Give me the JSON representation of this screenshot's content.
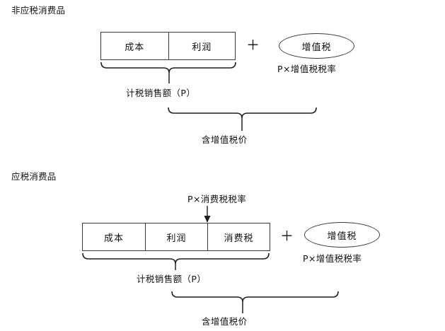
{
  "diagram": {
    "title_hidden": "",
    "sections": [
      {
        "id": "nontaxable",
        "title": "非应税消费品",
        "boxes": [
          {
            "label": "成本"
          },
          {
            "label": "利润"
          }
        ],
        "operator": "＋",
        "vat_circle": "增值税",
        "vat_formula": "P×增值税税率",
        "brace_sales_label": "计税销售额（P）",
        "brace_incl_label": "含增值税价"
      },
      {
        "id": "taxable",
        "title": "应税消费品",
        "boxes": [
          {
            "label": "成本"
          },
          {
            "label": "利润"
          },
          {
            "label": "消费税"
          }
        ],
        "consumption_tax_formula": "P×消费税税率",
        "operator": "＋",
        "vat_circle": "增值税",
        "vat_formula": "P×增值税税率",
        "brace_sales_label": "计税销售额（P）",
        "brace_incl_label": "含增值税价"
      }
    ],
    "colors": {
      "stroke": "#3b3b3b",
      "brace_stroke": "#1f1f1f",
      "text": "#111111",
      "background": "#ffffff"
    }
  }
}
